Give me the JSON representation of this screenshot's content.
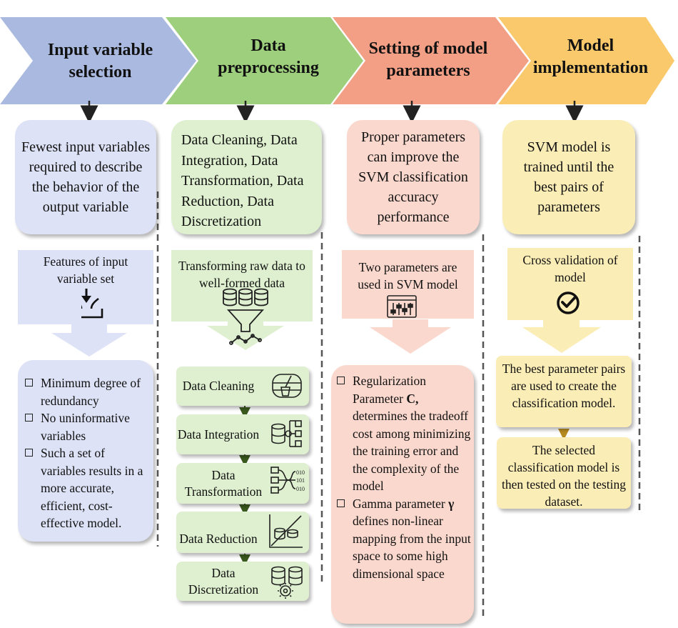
{
  "colors": {
    "blue_head": "#a9b9e0",
    "blue_box": "#dde2f6",
    "green_head": "#9dcf7c",
    "green_box": "#def0cf",
    "orange_head": "#f39f86",
    "orange_box": "#fbd8cd",
    "yellow_head": "#f9c96b",
    "yellow_box": "#fbedb6"
  },
  "columns": [
    {
      "title": "Input variable selection",
      "summary": "Fewest input variables required to describe the behavior of the output variable",
      "feature_label": "Features of input variable set",
      "feature_icon": "inward-arrows-icon",
      "bullets": [
        "Minimum degree of redundancy",
        "No uninformative variables",
        "Such a set of variables results in a more accurate, efficient, cost-effective model."
      ]
    },
    {
      "title": "Data preprocessing",
      "summary": "Data Cleaning, Data Integration, Data Transformation, Data Reduction, Data Discretization",
      "feature_label": "Transforming raw data to well-formed data",
      "feature_icon": "database-funnel-icon",
      "steps": [
        {
          "label": "Data Cleaning",
          "icon": "database-broom-icon"
        },
        {
          "label": "Data Integration",
          "icon": "database-merge-icon"
        },
        {
          "label": "Data Transformation",
          "icon": "data-transform-icon"
        },
        {
          "label": "Data Reduction",
          "icon": "reduction-chart-icon"
        },
        {
          "label": "Data Discretization",
          "icon": "database-gear-icon"
        }
      ]
    },
    {
      "title": "Setting of model parameters",
      "summary": "Proper parameters can improve the SVM classification accuracy performance",
      "feature_label": "Two parameters are used in SVM model",
      "feature_icon": "sliders-icon",
      "bullets": [
        {
          "text_before": "Regularization Parameter ",
          "bold": "C,",
          "text_after": " determines the tradeoff cost among minimizing the training error and the complexity of the model"
        },
        {
          "text_before": "Gamma parameter ",
          "bold": "γ",
          "text_after": " defines non-linear mapping from the input space to some high dimensional space"
        }
      ]
    },
    {
      "title": "Model implementation",
      "summary": "SVM model is trained until the best pairs of parameters",
      "feature_label": "Cross validation of model",
      "feature_icon": "check-circle-icon",
      "result1": "The best parameter pairs are used to create the classification model.",
      "result2": "The selected classification model is then tested on the testing dataset."
    }
  ]
}
